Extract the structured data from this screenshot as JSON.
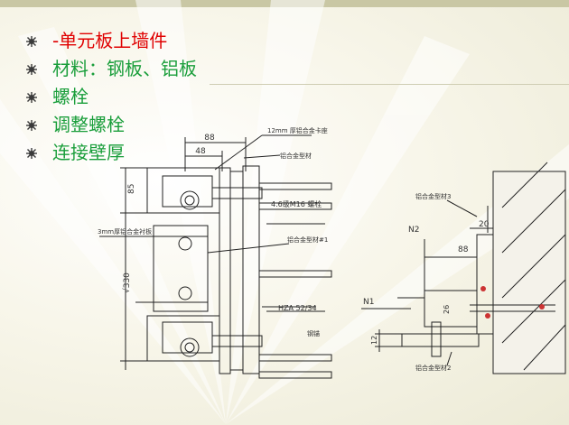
{
  "slide": {
    "bullets": [
      {
        "text": "-单元板上墙件",
        "color": "#e00000"
      },
      {
        "text": "材料：钢板、铝板",
        "color": "#1a9e3b"
      },
      {
        "text": "螺栓",
        "color": "#1a9e3b"
      },
      {
        "text": "调整螺栓",
        "color": "#1a9e3b"
      },
      {
        "text": "连接壁厚",
        "color": "#1a9e3b"
      }
    ]
  },
  "drawing": {
    "dim_88_top": "88",
    "dim_48": "48",
    "dim_85": "85",
    "dim_330": "√330",
    "note_12mm": "12mm 厚铝合金卡座",
    "note_alloy": "铝合金型材",
    "note_bolt": "4.6级M16 螺栓",
    "note_anchor_label": "HZA 52/34",
    "note_anchor": "钢锚",
    "note_left": "3mm厚铝合金衬板",
    "note_code1": "铝合金型材#1",
    "right_note_3": "铝合金型材3",
    "right_note_2": "铝合金型材2",
    "n2": "N2",
    "n1": "N1",
    "dim_20": "20",
    "dim_88_right": "88",
    "dim_26": "26",
    "dim_12": "12"
  }
}
